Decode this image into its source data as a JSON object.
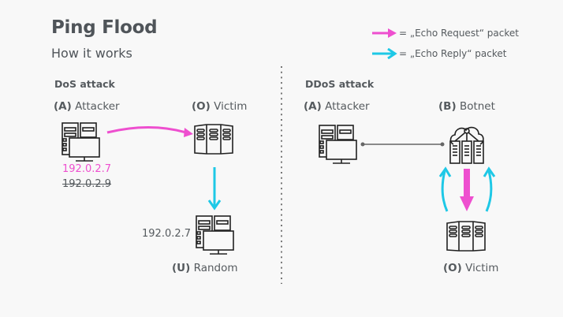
{
  "header": {
    "title": "Ping Flood",
    "subtitle": "How it works"
  },
  "legend": {
    "items": [
      {
        "icon": "pink-arrow-icon",
        "color": "#ee4fcf",
        "text": "= „Echo Request“ packet"
      },
      {
        "icon": "cyan-arrow-icon",
        "color": "#1ec8e6",
        "text": "= „Echo Reply“ packet"
      }
    ]
  },
  "colors": {
    "request": "#ee4fcf",
    "reply": "#1ec8e6",
    "text": "#555a5e",
    "divider": "#777777"
  },
  "dos": {
    "section_title": "DoS attack",
    "attacker": {
      "key": "(A)",
      "name": "Attacker",
      "icon": "computer-icon",
      "ip_real": "192.0.2.7",
      "ip_spoofed": "192.0.2.9"
    },
    "victim": {
      "key": "(O)",
      "name": "Victim",
      "icon": "server-rack-icon"
    },
    "random": {
      "key": "(U)",
      "name": "Random",
      "icon": "computer-icon",
      "ip": "192.0.2.7"
    }
  },
  "ddos": {
    "section_title": "DDoS attack",
    "attacker": {
      "key": "(A)",
      "name": "Attacker",
      "icon": "computer-icon"
    },
    "botnet": {
      "key": "(B)",
      "name": "Botnet",
      "icon": "cloud-servers-icon"
    },
    "victim": {
      "key": "(O)",
      "name": "Victim",
      "icon": "server-rack-icon"
    }
  }
}
